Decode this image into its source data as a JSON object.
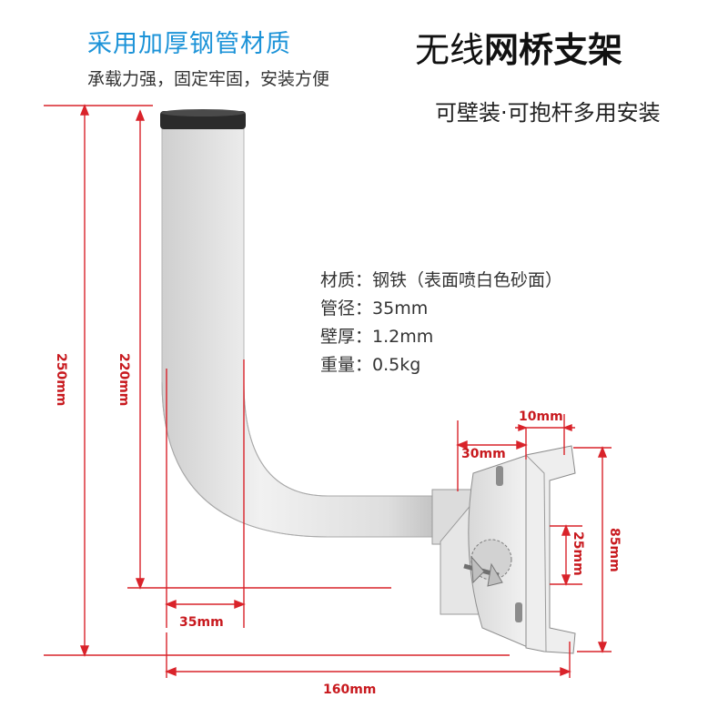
{
  "header": {
    "left_title": "采用加厚钢管材质",
    "left_subtitle": "承载力强，固定牢固，安装方便",
    "right_title_plain": "无线",
    "right_title_bold": "网桥支架",
    "right_subtitle": "可壁装·可抱杆多用安装"
  },
  "specs": [
    {
      "key": "材质：",
      "value": "钢铁（表面喷白色砂面）"
    },
    {
      "key": "管径：",
      "value": "35mm"
    },
    {
      "key": "壁厚：",
      "value": "1.2mm"
    },
    {
      "key": "重量：",
      "value": "0.5kg"
    }
  ],
  "dimensions": {
    "total_height": "250mm",
    "pipe_height": "220mm",
    "pipe_diameter": "35mm",
    "total_width": "160mm",
    "bracket_offset": "30mm",
    "slot_width": "10mm",
    "slot_height": "25mm",
    "plate_height": "85mm"
  },
  "colors": {
    "accent_blue": "#1c93d8",
    "dimension_red": "#c8191e",
    "pipe_gray": "#e4e4e4"
  }
}
